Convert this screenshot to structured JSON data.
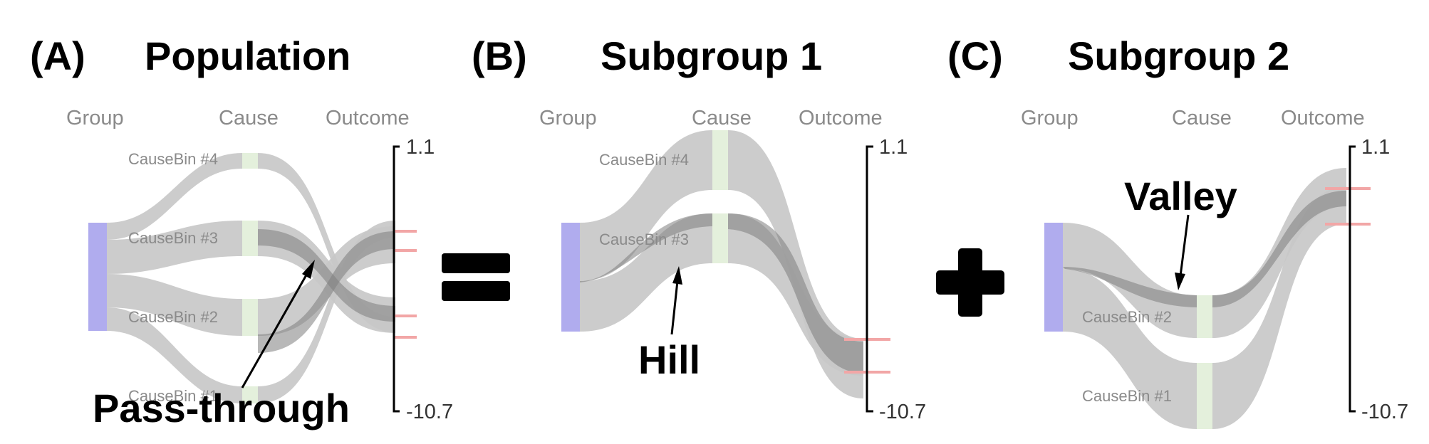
{
  "column_headers": {
    "group": "Group",
    "cause": "Cause",
    "outcome": "Outcome"
  },
  "axis": {
    "max_label": "1.1",
    "min_label": "-10.7"
  },
  "panels": {
    "a": {
      "letter": "(A)",
      "title": "Population",
      "bins": [
        "CauseBin #4",
        "CauseBin #3",
        "CauseBin #2",
        "CauseBin #1"
      ],
      "annotation": "Pass-through"
    },
    "b": {
      "letter": "(B)",
      "title": "Subgroup 1",
      "bins": [
        "CauseBin #4",
        "CauseBin #3"
      ],
      "annotation": "Hill"
    },
    "c": {
      "letter": "(C)",
      "title": "Subgroup 2",
      "bins": [
        "CauseBin #2",
        "CauseBin #1"
      ],
      "annotation": "Valley"
    }
  },
  "operators": {
    "equals": "equals-sign",
    "plus": "plus-sign"
  },
  "colors": {
    "group": "#b0acee",
    "cause": "#e4f0dc",
    "flow": "#c8c8c8",
    "outcome": "#f2a6a6"
  }
}
